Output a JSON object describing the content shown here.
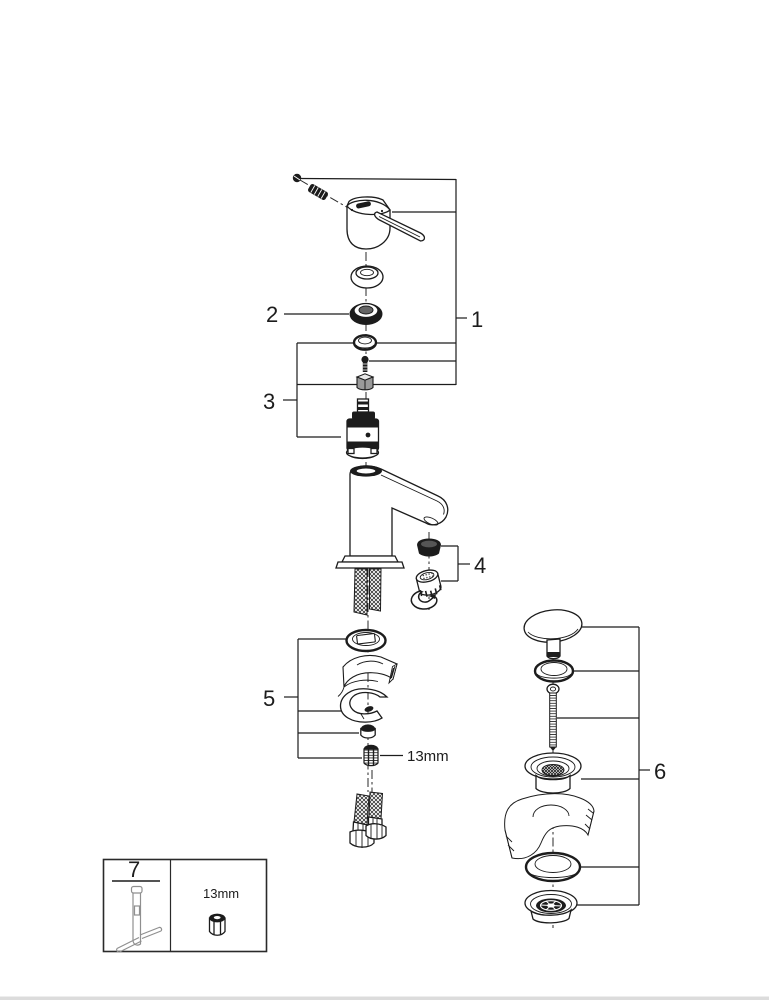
{
  "diagram": {
    "type": "exploded-parts-diagram",
    "callouts": [
      {
        "id": "1",
        "label": "1",
        "part": "lever-handle-assembly"
      },
      {
        "id": "2",
        "label": "2",
        "part": "cap-ring"
      },
      {
        "id": "3",
        "label": "3",
        "part": "cartridge-kit"
      },
      {
        "id": "4",
        "label": "4",
        "part": "aerator-kit"
      },
      {
        "id": "5",
        "label": "5",
        "part": "mounting-kit"
      },
      {
        "id": "6",
        "label": "6",
        "part": "pop-up-waste-assembly"
      },
      {
        "id": "7",
        "label": "7",
        "part": "mounting-tool-box"
      }
    ],
    "annotations": {
      "stud_wrench_size": "13mm",
      "tool_nut_size": "13mm"
    },
    "colors": {
      "line": "#1c1c1c",
      "background": "#ffffff",
      "tool_gray": "#8f8f8f",
      "page_edge": "#dcdcdc"
    }
  }
}
